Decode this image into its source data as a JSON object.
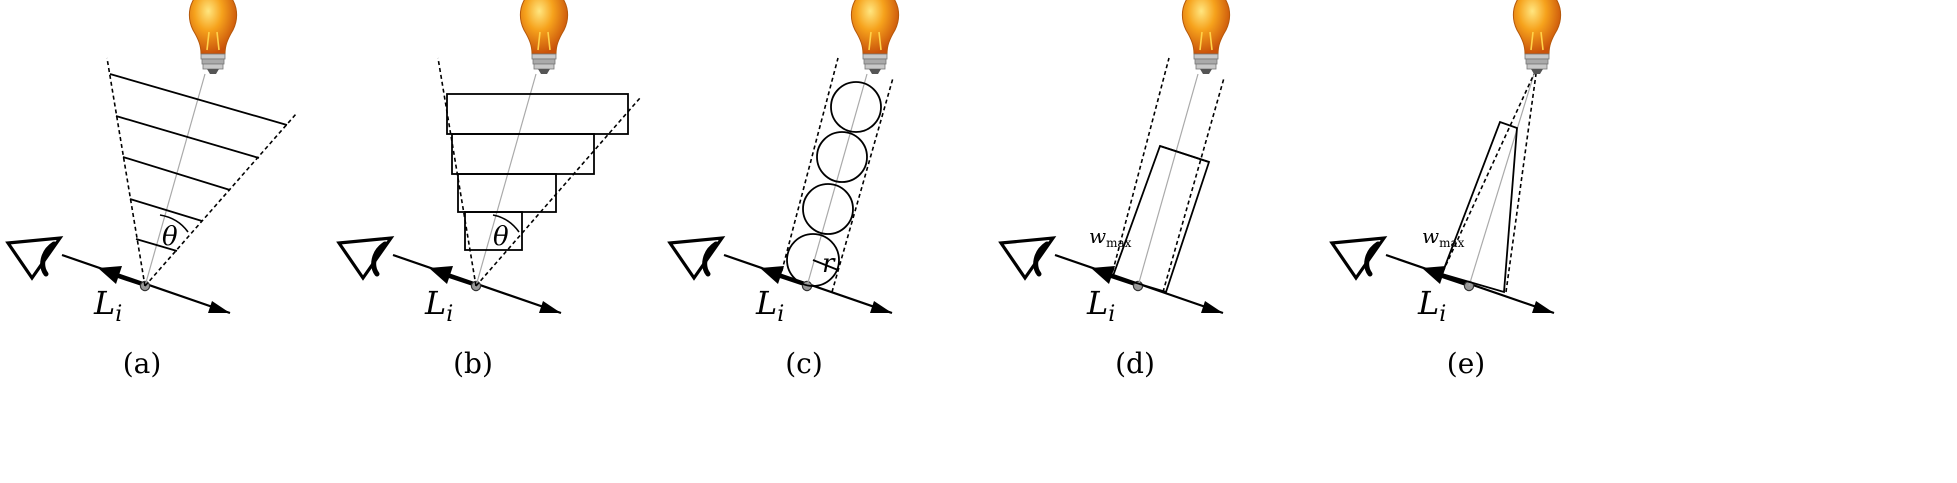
{
  "panels": [
    {
      "id": "a",
      "caption": "(a)",
      "point_label": "L",
      "point_sub": "i",
      "extra_label": "θ"
    },
    {
      "id": "b",
      "caption": "(b)",
      "point_label": "L",
      "point_sub": "i",
      "extra_label": "θ"
    },
    {
      "id": "c",
      "caption": "(c)",
      "point_label": "L",
      "point_sub": "i",
      "extra_label": "r"
    },
    {
      "id": "d",
      "caption": "(d)",
      "point_label": "L",
      "point_sub": "i",
      "extra_label": "w",
      "extra_sub": "max"
    },
    {
      "id": "e",
      "caption": "(e)",
      "point_label": "L",
      "point_sub": "i",
      "extra_label": "w",
      "extra_sub": "max"
    }
  ],
  "colors": {
    "bulb": "#f08a10",
    "bulb_highlight": "#ffd24a",
    "bulb_base": "#9a9a9a",
    "point": "#999999",
    "guide": "#aaaaaa"
  },
  "icons": [
    "light-bulb-icon",
    "eye-icon"
  ]
}
